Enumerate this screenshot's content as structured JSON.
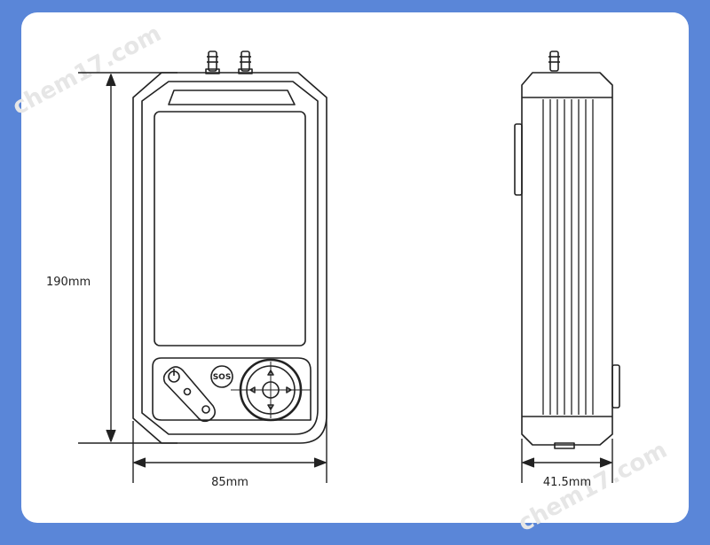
{
  "dimensions": {
    "height_label": "190mm",
    "width_label": "85mm",
    "depth_label": "41.5mm"
  },
  "front_view": {
    "sos_label": "SOS",
    "power_icon": "power-icon",
    "dpad_icon": "dpad-icon"
  },
  "watermark": {
    "text": "chem17.com"
  },
  "colors": {
    "background": "#5a86d8",
    "card": "#ffffff",
    "line": "#222222"
  }
}
